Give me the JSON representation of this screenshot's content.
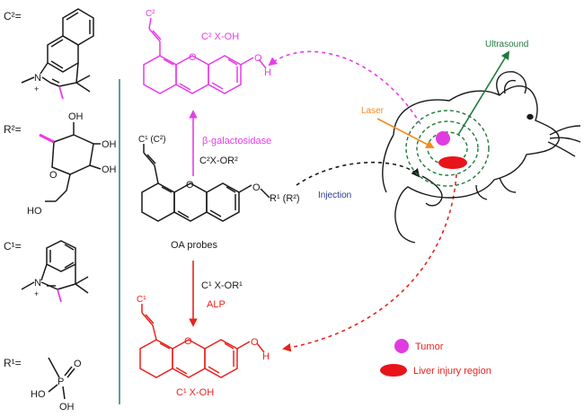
{
  "colors": {
    "black": "#1a1a1a",
    "magenta": "#e83ce8",
    "red": "#e8231f",
    "green": "#1f7a3c",
    "blue_label": "#2a3a8c",
    "orange": "#f08c1e",
    "divider": "#2f7a8c",
    "tumor": "#e03ce0",
    "liver": "#e8141a"
  },
  "left_panel": {
    "c2_label": "C²=",
    "r2_label": "R²=",
    "c1_label": "C¹=",
    "r1_label": "R¹=",
    "c2_atoms": {
      "n": "N",
      "plus": "+"
    },
    "r2_atoms": {
      "oh1": "OH",
      "oh2": "OH",
      "oh3": "OH",
      "o": "O",
      "ho": "HO"
    },
    "c1_atoms": {
      "n": "N",
      "plus": "+"
    },
    "r1_atoms": {
      "p": "P",
      "o": "O",
      "ho": "HO",
      "oh": "OH"
    }
  },
  "center": {
    "top_product": {
      "substituent": "C²",
      "label": "C² X-OH",
      "o": "O",
      "oh": "O",
      "h": "H"
    },
    "enzyme_top": "β-galactosidase",
    "substrate_top": "C²X-OR²",
    "probe": {
      "substituent": "C¹ (C²)",
      "o_ring": "O",
      "o_ether": "O",
      "r_group": "R¹ (R²)",
      "name": "OA probes"
    },
    "substrate_bottom": "C¹ X-OR¹",
    "enzyme_bottom": "ALP",
    "bottom_product": {
      "substituent": "C¹",
      "label": "C¹ X-OH",
      "o": "O",
      "oh": "O",
      "h": "H"
    }
  },
  "right": {
    "injection": "Injection",
    "laser": "Laser",
    "ultrasound": "Ultrasound"
  },
  "legend": {
    "tumor": "Tumor",
    "liver": "Liver injury region"
  }
}
